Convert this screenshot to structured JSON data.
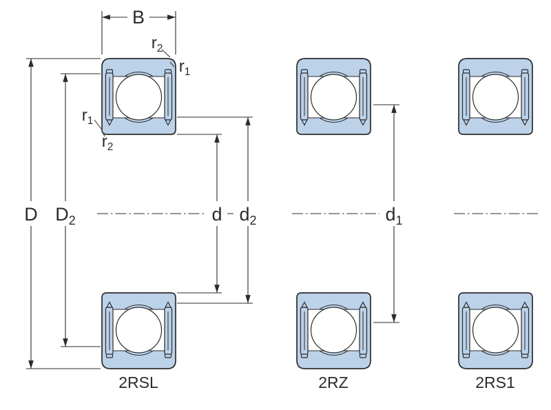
{
  "colors": {
    "part-fill": "#bcd2e9",
    "line": "#2b2b2b",
    "background": "#ffffff"
  },
  "dimensions": {
    "width": "B",
    "outer_diameter": "D",
    "bore_diameter": "d",
    "outer_recess_diameter": {
      "main": "D",
      "sub": "2"
    },
    "inner_recess_diameter": {
      "main": "d",
      "sub": "2"
    },
    "shoulder_diameter": {
      "main": "d",
      "sub": "1"
    },
    "chamfer_r1": {
      "main": "r",
      "sub": "1"
    },
    "chamfer_r2": {
      "main": "r",
      "sub": "2"
    }
  },
  "variants": [
    {
      "label": "2RSL"
    },
    {
      "label": "2RZ"
    },
    {
      "label": "2RS1"
    }
  ]
}
